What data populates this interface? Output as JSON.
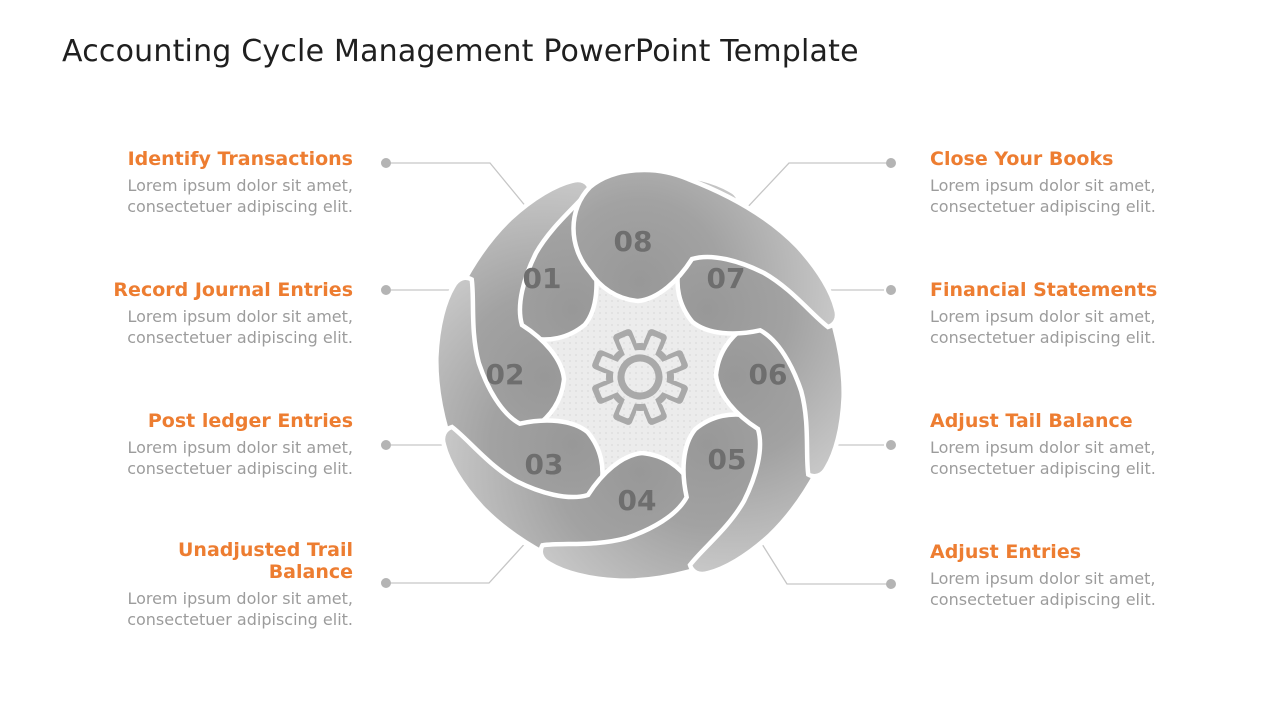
{
  "title": "Accounting Cycle Management PowerPoint Template",
  "colors": {
    "accent": "#ED7D31",
    "title_color": "#1f1f1f",
    "body_text": "#9c9c9c",
    "connector": "#c6c6c6",
    "dot": "#b4b4b4",
    "inner_circle": "#ececec",
    "gear": "#a9a9a9",
    "number": "#6e6e6e",
    "blade_dark": "#989898",
    "blade_light": "#cdcdcd"
  },
  "diagram": {
    "center_icon": "gear-icon",
    "steps": [
      {
        "number": "01",
        "label": "Identify Transactions",
        "description": "Lorem ipsum dolor sit amet,\nconsectetuer adipiscing elit."
      },
      {
        "number": "02",
        "label": "Record Journal Entries",
        "description": "Lorem ipsum dolor sit amet,\nconsectetuer adipiscing elit."
      },
      {
        "number": "03",
        "label": "Post ledger Entries",
        "description": "Lorem ipsum dolor sit amet,\nconsectetuer adipiscing elit."
      },
      {
        "number": "04",
        "label": "Unadjusted Trail\nBalance",
        "description": "Lorem ipsum dolor sit amet,\nconsectetuer adipiscing elit."
      },
      {
        "number": "05",
        "label": "Adjust Entries",
        "description": "Lorem ipsum dolor sit amet,\nconsectetuer adipiscing elit."
      },
      {
        "number": "06",
        "label": "Adjust Tail Balance",
        "description": "Lorem ipsum dolor sit amet,\nconsectetuer adipiscing elit."
      },
      {
        "number": "07",
        "label": "Financial Statements",
        "description": "Lorem ipsum dolor sit amet,\nconsectetuer adipiscing elit."
      },
      {
        "number": "08",
        "label": "Close Your Books",
        "description": "Lorem ipsum dolor sit amet,\nconsectetuer adipiscing elit."
      }
    ]
  }
}
